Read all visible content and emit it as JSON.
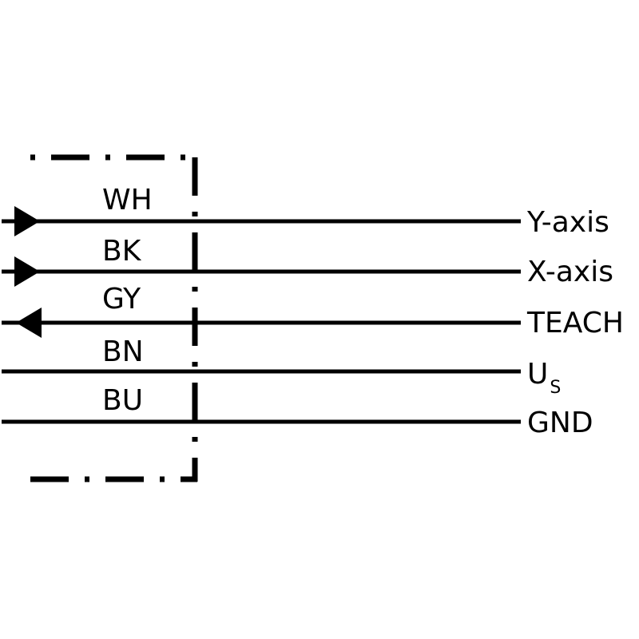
{
  "colors": {
    "line": "#000000",
    "background": "#ffffff"
  },
  "wires": [
    {
      "color_code": "WH",
      "signal": "Y-axis",
      "arrow": "in"
    },
    {
      "color_code": "BK",
      "signal": "X-axis",
      "arrow": "in"
    },
    {
      "color_code": "GY",
      "signal": "TEACH",
      "arrow": "out"
    },
    {
      "color_code": "BN",
      "signal": "U",
      "signal_subscript": "S",
      "arrow": "none"
    },
    {
      "color_code": "BU",
      "signal": "GND",
      "arrow": "none"
    }
  ]
}
